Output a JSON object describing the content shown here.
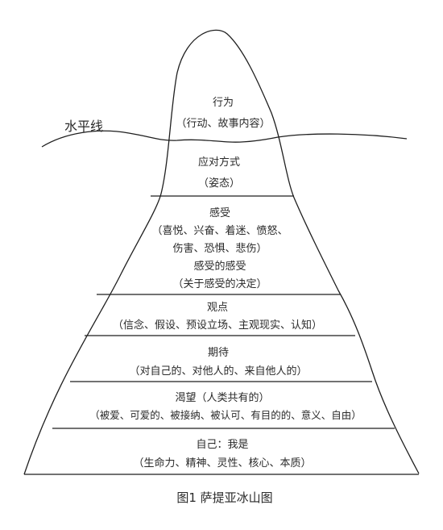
{
  "water_label": "水平线",
  "layers": [
    {
      "lines": [
        "行为",
        "（行动、故事内容）"
      ]
    },
    {
      "lines": [
        "应对方式",
        "（姿态）"
      ]
    },
    {
      "lines": [
        "感受",
        "（喜悦、兴奋、着迷、愤怒、",
        "伤害、恐惧、悲伤）",
        "感受的感受",
        "（关于感受的决定）"
      ]
    },
    {
      "lines": [
        "观点",
        "（信念、假设、预设立场、主观现实、认知）"
      ]
    },
    {
      "lines": [
        "期待",
        "（对自己的、对他人的、来自他人的）"
      ]
    },
    {
      "lines": [
        "渴望（人类共有的）",
        "（被爱、可爱的、被接纳、被认可、有目的的、意义、自由）"
      ]
    },
    {
      "lines": [
        "自己：我是",
        "（生命力、精神、灵性、核心、本质）"
      ]
    }
  ],
  "caption": "图1  萨提亚冰山图"
}
